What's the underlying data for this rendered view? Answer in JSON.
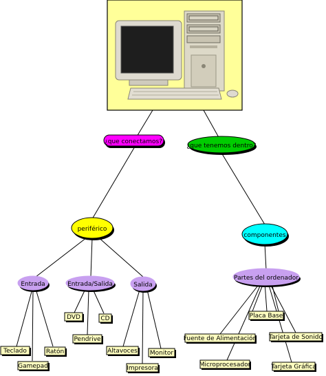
{
  "colors": {
    "image_bg": "#ffff99",
    "question_magenta": "#ff00ff",
    "question_green": "#00cc00",
    "periferico_yellow": "#ffff00",
    "componentes_cyan": "#00ffff",
    "category_lavender": "#c8a0f0",
    "leaf_box": "#ffffc0"
  },
  "image": {
    "description_icon": "desktop-computer-photo"
  },
  "nodes": {
    "q_connect": "¿que conectamos?",
    "q_inside": "¿que tenemos dentro?",
    "periferico": "periférico",
    "componentes": "componentes",
    "entrada": "Entrada",
    "entrada_salida": "Entrada/Salida",
    "salida": "Salida",
    "partes": "Partes del ordenador",
    "dvd": "DVD",
    "cd": "CD",
    "pendrive": "Pendrive",
    "teclado": "Teclado",
    "gamepad": "Gamepad",
    "raton": "Ratón",
    "altavoces": "Altavoces",
    "impresora": "Impresora",
    "monitor": "Monitor",
    "placa_base": "Placa Base",
    "fuente": "Fuente de Alimentación",
    "tarjeta_sonido": "Tarjeta de Sonido",
    "microprocesador": "Microprocesador",
    "tarjeta_grafica": "Tarjeta Gráfica"
  }
}
